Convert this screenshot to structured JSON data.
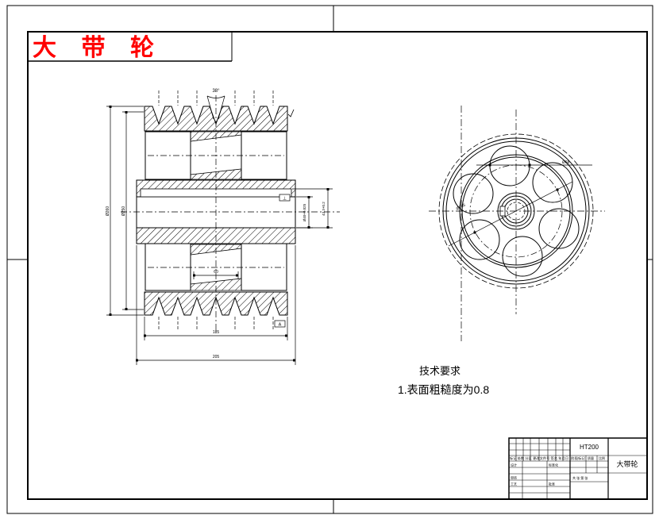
{
  "title": {
    "part_label": "大 带 轮"
  },
  "left_view": {
    "groove_angle": "38°",
    "outer_dia": "Ø260",
    "pitch_dia": "Ø250",
    "rim_width": "185",
    "hub_length": "205",
    "bore_dia": "Ø40+0.025",
    "keyway_height": "43.3+0.2",
    "web_dim": "60",
    "perp_symbol": "⊥",
    "datum_symbol": "A"
  },
  "right_view": {
    "hole_dia": "Ø68",
    "hole_circle_dia": "Ø155"
  },
  "tech_req": {
    "heading": "技术要求",
    "item_1": "1.表面粗糙度为0.8"
  },
  "title_block": {
    "material": "HT200",
    "part_name": "大带轮",
    "rev_header": "标记 处数 分区 更改文件号 签名 年月日",
    "design_label": "设计",
    "standard_label": "标准化",
    "check_label": "审核",
    "process_label": "工艺",
    "approve_label": "批准",
    "stage_label": "阶段标记",
    "weight_label": "质量",
    "scale_label": "比例",
    "sheet_label": "共 张 第 张"
  }
}
